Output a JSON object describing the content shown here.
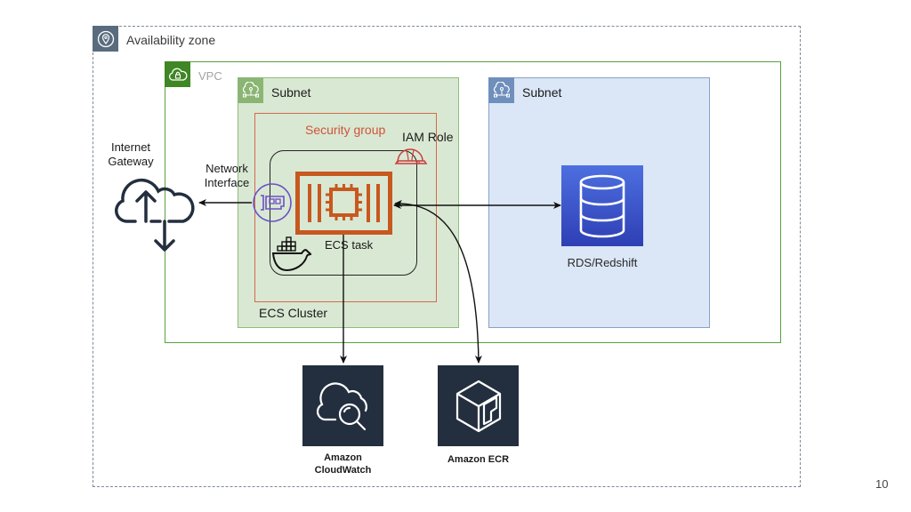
{
  "diagram": {
    "availability_zone": {
      "label": "Availability zone",
      "icon": "location-pin-icon"
    },
    "vpc": {
      "label": "VPC",
      "icon": "cloud-lock-icon"
    },
    "subnets": [
      {
        "label": "Subnet",
        "icon": "subnet-cloud-icon",
        "color": "#d9e8d3"
      },
      {
        "label": "Subnet",
        "icon": "subnet-cloud-icon",
        "color": "#dbe6f6"
      }
    ],
    "security_group": {
      "label": "Security group",
      "color": "#d0533a"
    },
    "iam_role": {
      "label": "IAM Role",
      "icon": "hard-hat-icon"
    },
    "ecs_cluster": {
      "label": "ECS Cluster",
      "icon": "docker-whale-icon"
    },
    "ecs_task": {
      "label": "ECS task",
      "icon": "ecs-task-chip-icon",
      "color": "#c7581f"
    },
    "network_interface": {
      "label_line1": "Network",
      "label_line2": "Interface",
      "icon": "network-card-icon"
    },
    "internet_gateway": {
      "label_line1": "Internet",
      "label_line2": "Gateway",
      "icon": "cloud-upload-download-icon"
    },
    "rds": {
      "label": "RDS/Redshift",
      "icon": "database-icon"
    },
    "cloudwatch": {
      "label_line1": "Amazon",
      "label_line2": "CloudWatch",
      "icon": "cloud-magnifier-icon"
    },
    "ecr": {
      "label": "Amazon ECR",
      "icon": "cube-icon"
    },
    "connections": [
      {
        "from": "network-interface",
        "to": "internet-gateway",
        "arrow": "single"
      },
      {
        "from": "ecs-task",
        "to": "rds-redshift",
        "arrow": "double"
      },
      {
        "from": "ecs-task",
        "to": "amazon-cloudwatch",
        "arrow": "single"
      },
      {
        "from": "ecs-task",
        "to": "amazon-ecr",
        "arrow": "double"
      }
    ]
  },
  "page_number": "10"
}
